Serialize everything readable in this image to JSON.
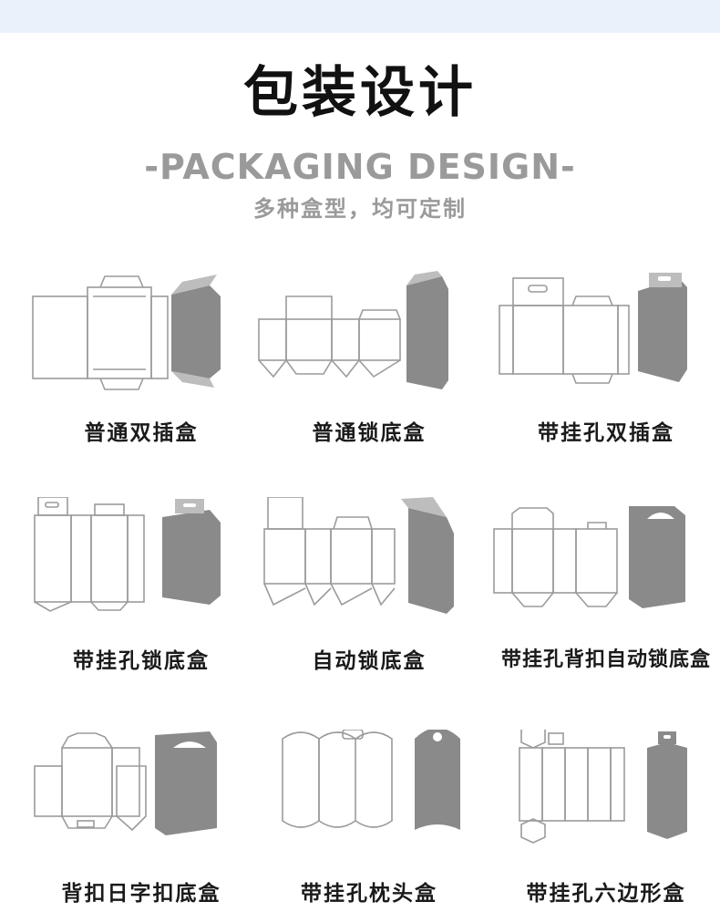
{
  "header": {
    "title": "包装设计",
    "subtitle": "-PACKAGING DESIGN-",
    "tagline": "多种盒型，均可定制"
  },
  "colors": {
    "top_band": "#e9f1fb",
    "box_fill": "#8a8a8a",
    "line": "#9b9b9b",
    "title": "#111111",
    "subtitle": "#9a9a9a"
  },
  "box_types": [
    {
      "label": "普通双插盒"
    },
    {
      "label": "普通锁底盒"
    },
    {
      "label": "带挂孔双插盒"
    },
    {
      "label": "带挂孔锁底盒"
    },
    {
      "label": "自动锁底盒"
    },
    {
      "label": "带挂孔背扣自动锁底盒"
    },
    {
      "label": "背扣日字扣底盒"
    },
    {
      "label": "带挂孔枕头盒"
    },
    {
      "label": "带挂孔六边形盒"
    }
  ]
}
